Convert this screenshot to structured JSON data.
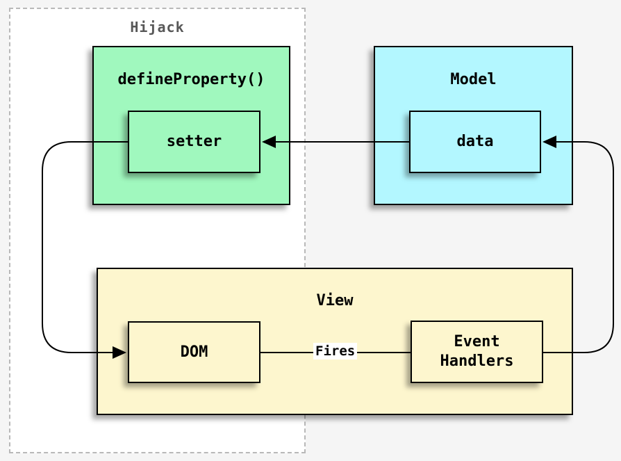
{
  "diagram": {
    "background_color": "#f5f5f5",
    "hijack_group": {
      "label": "Hijack",
      "fill": "#ffffff",
      "border_color": "#b8b8b8",
      "label_color": "#575757"
    },
    "nodes": {
      "define_property": {
        "label": "defineProperty()",
        "fill": "#a0f8be"
      },
      "setter": {
        "label": "setter",
        "fill": "#a0f8be"
      },
      "model": {
        "label": "Model",
        "fill": "#b3f7ff"
      },
      "data": {
        "label": "data",
        "fill": "#b3f7ff"
      },
      "view": {
        "label": "View",
        "fill": "#fdf6ce"
      },
      "dom": {
        "label": "DOM",
        "fill": "#fdf6ce"
      },
      "event_handlers": {
        "label": "Event Handlers",
        "fill": "#fdf6ce"
      }
    },
    "edges": {
      "fires_label": "Fires",
      "line_color": "#000000",
      "connections": [
        {
          "from": "data",
          "to": "setter",
          "arrow": true
        },
        {
          "from": "event_handlers",
          "to": "data",
          "arrow": true
        },
        {
          "from": "setter",
          "to": "dom",
          "arrow": true
        },
        {
          "from": "dom",
          "to": "event_handlers",
          "arrow": false,
          "label": "Fires"
        }
      ]
    }
  }
}
